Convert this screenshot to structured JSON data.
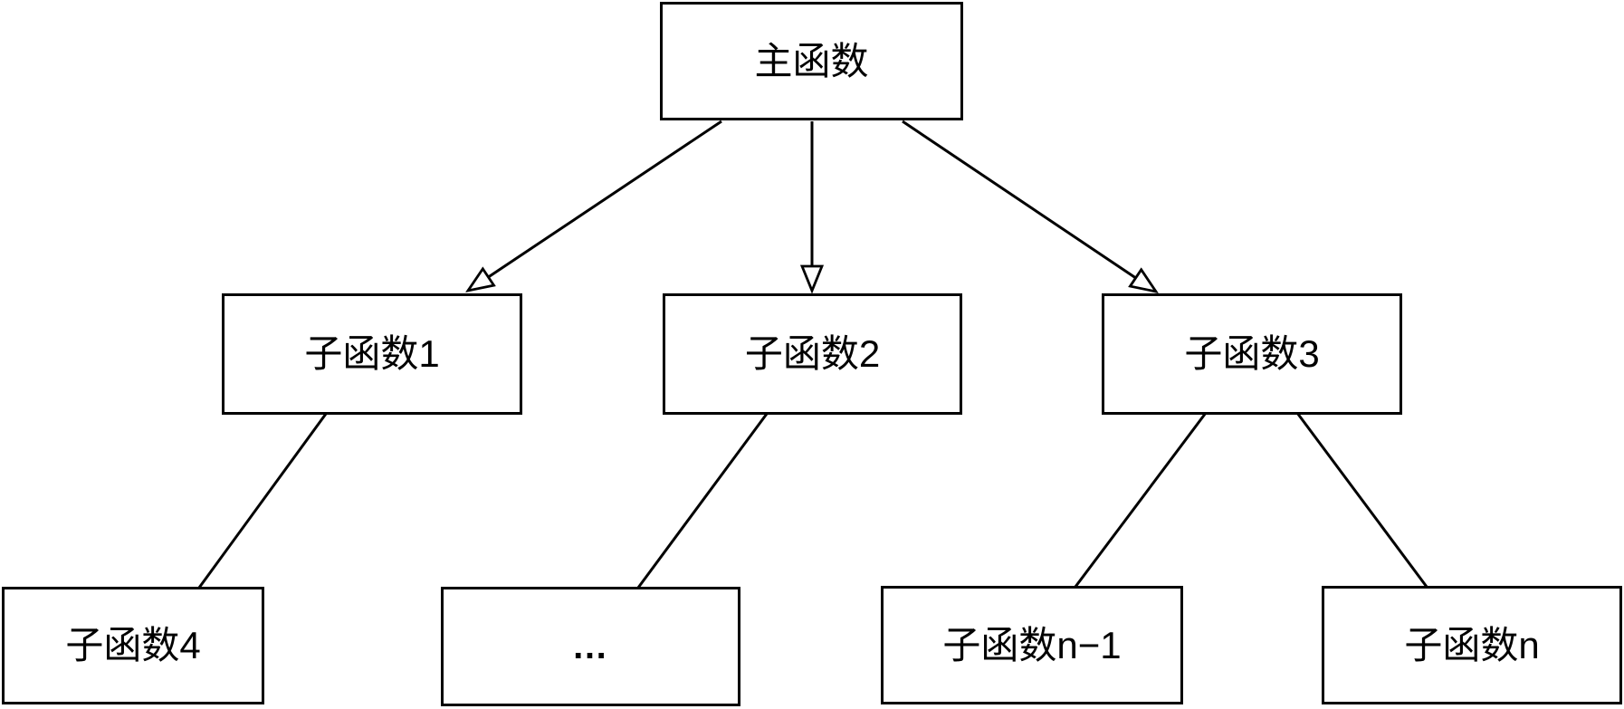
{
  "diagram": {
    "type": "tree",
    "colors": {
      "stroke": "#000000",
      "text": "#000000",
      "node_fill": "#ffffff",
      "background": "#ffffff"
    },
    "nodes": {
      "main": {
        "label": "主函数"
      },
      "sub1": {
        "label": "子函数1"
      },
      "sub2": {
        "label": "子函数2"
      },
      "sub3": {
        "label": "子函数3"
      },
      "sub4": {
        "label": "子函数4"
      },
      "ellipsis": {
        "label": "…"
      },
      "subn1": {
        "label": "子函数n−1"
      },
      "subn": {
        "label": "子函数n"
      }
    },
    "edges": [
      {
        "from": "main",
        "to": "sub1",
        "style": "hollow-arrow"
      },
      {
        "from": "main",
        "to": "sub2",
        "style": "hollow-arrow"
      },
      {
        "from": "main",
        "to": "sub3",
        "style": "hollow-arrow"
      },
      {
        "from": "sub1",
        "to": "sub4",
        "style": "plain-line"
      },
      {
        "from": "sub2",
        "to": "ellipsis",
        "style": "plain-line"
      },
      {
        "from": "sub3",
        "to": "subn1",
        "style": "plain-line"
      },
      {
        "from": "sub3",
        "to": "subn",
        "style": "plain-line"
      }
    ]
  }
}
